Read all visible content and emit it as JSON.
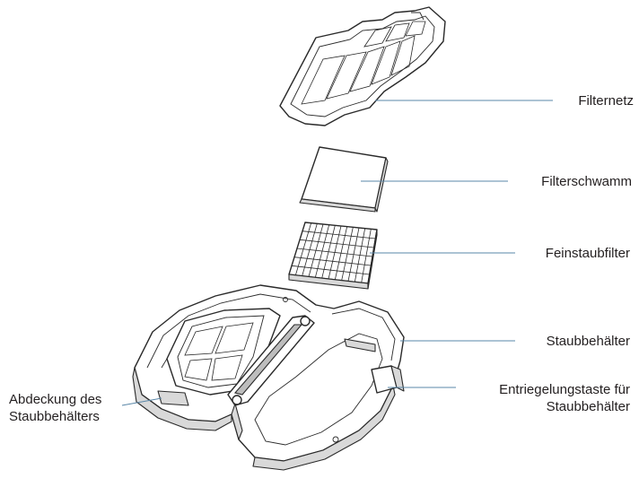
{
  "labels": {
    "filternetz": "Filternetz",
    "filterschwamm": "Filterschwamm",
    "feinstaubfilter": "Feinstaubfilter",
    "staubbehaelter": "Staubbehälter",
    "entriegelung_line1": "Entriegelungstaste für",
    "entriegelung_line2": "Staubbehälter",
    "abdeckung_line1": "Abdeckung des",
    "abdeckung_line2": "Staubbehälters"
  },
  "colors": {
    "leader": "#5a87a8",
    "outline": "#2a2a2a",
    "text": "#231f20"
  }
}
